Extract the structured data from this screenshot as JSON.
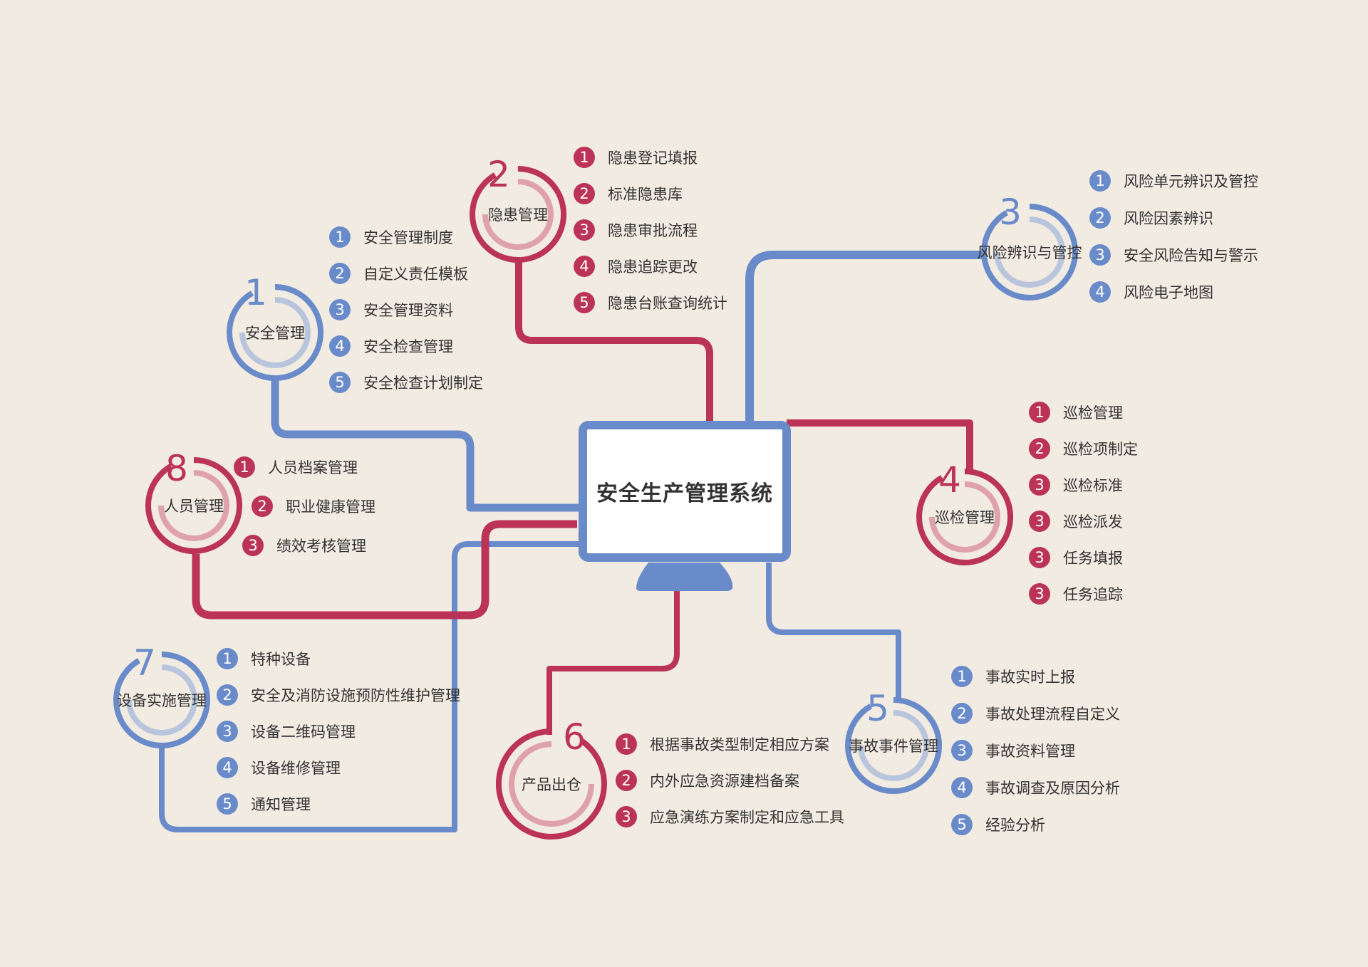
{
  "title": "安全生产管理系统",
  "colors": {
    "background": "#f2ebe2",
    "blue": "#6a8bc9",
    "blue_light": "#b8c5dc",
    "red": "#bb3457",
    "red_light": "#dfa2ab",
    "text": "#333333"
  },
  "nodes": [
    {
      "num": "1",
      "label": "安全管理",
      "theme": "blue",
      "items": [
        "安全管理制度",
        "自定义责任模板",
        "安全管理资料",
        "安全检查管理",
        "安全检查计划制定"
      ],
      "badges": [
        "1",
        "2",
        "3",
        "4",
        "5"
      ]
    },
    {
      "num": "2",
      "label": "隐患管理",
      "theme": "red",
      "items": [
        "隐患登记填报",
        "标准隐患库",
        "隐患审批流程",
        "隐患追踪更改",
        "隐患台账查询统计"
      ],
      "badges": [
        "1",
        "2",
        "3",
        "4",
        "5"
      ]
    },
    {
      "num": "3",
      "label": "风险辨识与管控",
      "theme": "blue",
      "items": [
        "风险单元辨识及管控",
        "风险因素辨识",
        "安全风险告知与警示",
        "风险电子地图"
      ],
      "badges": [
        "1",
        "2",
        "3",
        "4"
      ]
    },
    {
      "num": "4",
      "label": "巡检管理",
      "theme": "red",
      "items": [
        "巡检管理",
        "巡检项制定",
        "巡检标准",
        "巡检派发",
        "任务填报",
        "任务追踪"
      ],
      "badges": [
        "1",
        "2",
        "3",
        "3",
        "3",
        "3"
      ]
    },
    {
      "num": "5",
      "label": "事故事件管理",
      "theme": "blue",
      "items": [
        "事故实时上报",
        "事故处理流程自定义",
        "事故资料管理",
        "事故调查及原因分析",
        "经验分析"
      ],
      "badges": [
        "1",
        "2",
        "3",
        "4",
        "5"
      ]
    },
    {
      "num": "6",
      "label": "产品出仓",
      "theme": "red",
      "items": [
        "根据事故类型制定相应方案",
        "内外应急资源建档备案",
        "应急演练方案制定和应急工具"
      ],
      "badges": [
        "1",
        "2",
        "3"
      ]
    },
    {
      "num": "7",
      "label": "设备实施管理",
      "theme": "blue",
      "items": [
        "特种设备",
        "安全及消防设施预防性维护管理",
        "设备二维码管理",
        "设备维修管理",
        "通知管理"
      ],
      "badges": [
        "1",
        "2",
        "3",
        "4",
        "5"
      ]
    },
    {
      "num": "8",
      "label": "人员管理",
      "theme": "red",
      "items": [
        "人员档案管理",
        "职业健康管理",
        "绩效考核管理"
      ],
      "badges": [
        "1",
        "2",
        "3"
      ]
    }
  ]
}
